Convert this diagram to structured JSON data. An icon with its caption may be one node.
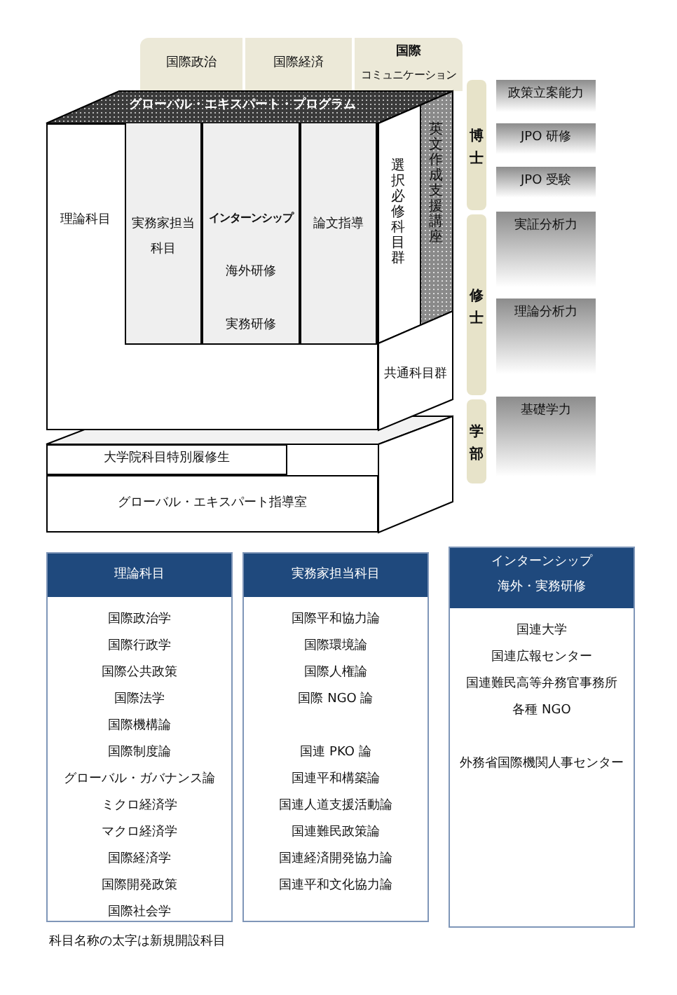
{
  "diagram": {
    "nodes": [
      {
        "text": [
          "国際政治"
        ]
      },
      {
        "text": [
          "国際経済"
        ]
      },
      {
        "text": [
          "国際",
          "コミュニケーション"
        ]
      },
      {
        "text": [
          "グローバル・エキスパート・プログラム"
        ]
      },
      {
        "text": [
          "理論科目"
        ]
      },
      {
        "text": [
          "実務家担当科目"
        ],
        "in": 4
      },
      {
        "text": [
          "インターンシップ",
          "海外研修",
          "実務研修"
        ],
        "in": 4
      },
      {
        "text": [
          "論文指導"
        ],
        "in": 4
      },
      {
        "text": [
          "選択必修科目群"
        ]
      },
      {
        "text": [
          "英文作成支援講座"
        ]
      },
      {
        "text": [
          "共通科目群"
        ]
      },
      {
        "text": [
          "大学院科目特別履修生"
        ]
      },
      {
        "text": [
          "グローバル・エキスパート指導室"
        ]
      },
      {
        "text": [
          "博士"
        ]
      },
      {
        "text": [
          "修士"
        ]
      },
      {
        "text": [
          "学部"
        ]
      },
      {
        "text": [
          "政策立案能力"
        ]
      },
      {
        "text": [
          "JPO 研修"
        ]
      },
      {
        "text": [
          "JPO 受験"
        ]
      },
      {
        "text": [
          "実証分析力"
        ]
      },
      {
        "text": [
          "理論分析力"
        ]
      },
      {
        "text": [
          "基礎学力"
        ]
      },
      {
        "text": [
          "理論科目",
          "国際政治学",
          "国際行政学",
          "国際公共政策",
          "国際法学",
          "国際機構論",
          "国際制度論",
          "グローバル・ガバナンス論",
          "ミクロ経済学",
          "マクロ経済学",
          "国際経済学",
          "国際開発政策",
          "国際社会学"
        ]
      },
      {
        "text": [
          "実務家担当科目",
          "国際平和協力論",
          "国際環境論",
          "国際人権論",
          "国際 NGO 論",
          "国連 PKO 論",
          "国連平和構築論",
          "国連人道支援活動論",
          "国連難民政策論",
          "国連経済開発協力論",
          "国連平和文化協力論"
        ]
      },
      {
        "text": [
          "インターンシップ",
          "海外・実務研修",
          "国連大学",
          "国連広報センター",
          "国連難民高等弁務官事務所",
          "各種 NGO",
          "外務省国際機関人事センター"
        ]
      }
    ],
    "labels": [
      "科目名称の太字は新規開設科目"
    ]
  }
}
